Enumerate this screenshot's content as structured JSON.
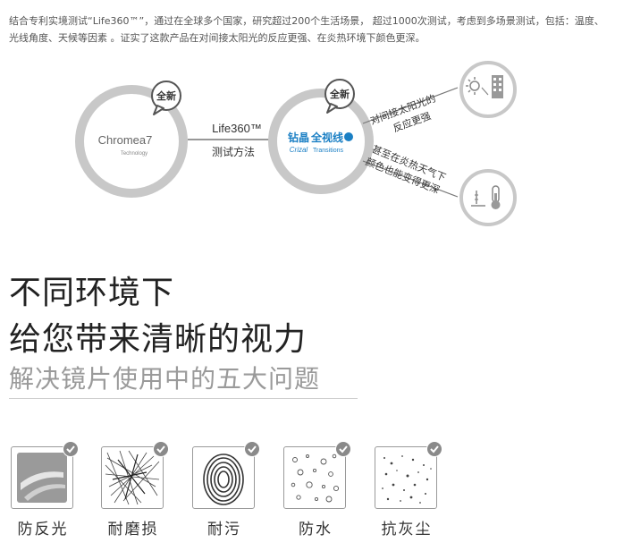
{
  "intro": "结合专利实境测试“Life360™”，通过在全球多个国家，研究超过200个生活场景， 超过1000次测试，考虑到多场景测试，包括：温度、 光线角度、天候等因素 。证实了这款产品在对间接太阳光的反应更强、在炎热环境下颜色更深。",
  "diagram": {
    "left_badge": "全新",
    "left_product": "Chromea7",
    "left_product_sub": "Technology",
    "method_title": "Life360™",
    "method_sub": "测试方法",
    "right_badge": "全新",
    "right_product_cn": "钻晶",
    "right_product_cn2": "全视线",
    "right_product_en": "Crizal",
    "right_product_en2": "Transitions",
    "benefit1_line1": "对间接太阳光的",
    "benefit1_line2": "反应更强",
    "benefit2_line1": "甚至在炎热天气下",
    "benefit2_line2": "颜色也能变得更深"
  },
  "headline_1": "不同环境下",
  "headline_2": "给您带来清晰的视力",
  "subheadline": "解决镜片使用中的五大问题",
  "features": [
    {
      "label": "防反光",
      "icon": "anti-reflection-icon"
    },
    {
      "label": "耐磨损",
      "icon": "scratch-resistant-icon"
    },
    {
      "label": "耐污",
      "icon": "smudge-resistant-icon"
    },
    {
      "label": "防水",
      "icon": "water-repellent-icon"
    },
    {
      "label": "抗灰尘",
      "icon": "dust-resistant-icon"
    }
  ],
  "colors": {
    "ring": "#c8c8c8",
    "accent_blue": "#1a7fc4",
    "text_dark": "#222222",
    "text_grey": "#9a9a9a"
  }
}
